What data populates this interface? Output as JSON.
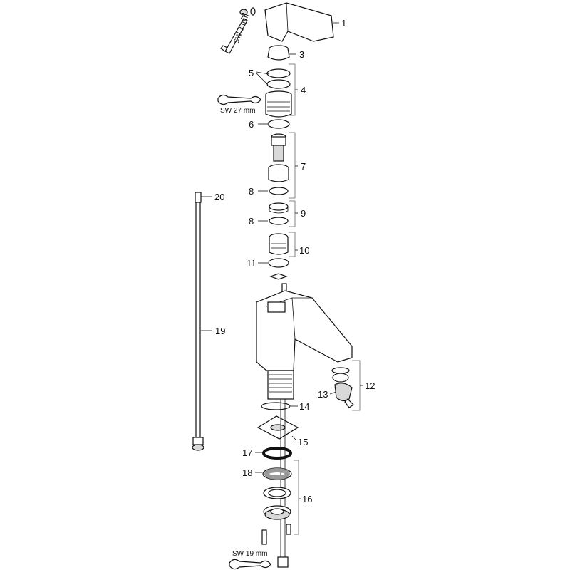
{
  "callouts": {
    "p1": "1",
    "p2": "2",
    "p3": "3",
    "p4": "4",
    "p5": "5",
    "p6": "6",
    "p7": "7",
    "p8a": "8",
    "p8b": "8",
    "p9": "9",
    "p10": "10",
    "p11": "11",
    "p12": "12",
    "p13": "13",
    "p14": "14",
    "p15": "15",
    "p16": "16",
    "p17": "17",
    "p18": "18",
    "p19": "19",
    "p20": "20"
  },
  "tool_labels": {
    "hex_key": "SW 3 mm",
    "wrench_27": "SW 27 mm",
    "wrench_19": "SW 19 mm"
  },
  "colors": {
    "line": "#111111",
    "shade": "#d9d9d9",
    "background": "#ffffff"
  }
}
